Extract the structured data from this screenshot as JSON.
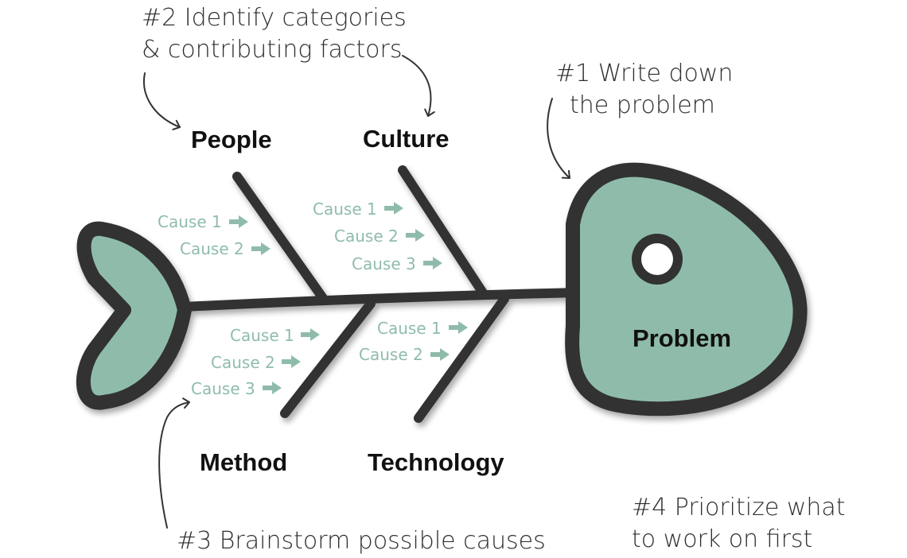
{
  "notes": {
    "step1_line1": "#1 Write down",
    "step1_line2": "the problem",
    "step2_line1": "#2 Identify categories",
    "step2_line2": "& contributing factors",
    "step3": "#3 Brainstorm possible causes",
    "step4_line1": "#4 Prioritize what",
    "step4_line2": "to work on first"
  },
  "head": {
    "label": "Problem"
  },
  "categories": {
    "people": {
      "label": "People",
      "causes": [
        "Cause 1",
        "Cause 2"
      ]
    },
    "culture": {
      "label": "Culture",
      "causes": [
        "Cause 1",
        "Cause 2",
        "Cause 3"
      ]
    },
    "method": {
      "label": "Method",
      "causes": [
        "Cause 1",
        "Cause 2",
        "Cause 3"
      ]
    },
    "technology": {
      "label": "Technology",
      "causes": [
        "Cause 1",
        "Cause 2"
      ]
    }
  },
  "colors": {
    "fish_fill": "#8fbcaa",
    "outline": "#333333",
    "cause_text": "#8fbcaa",
    "text": "#111111"
  },
  "icons": [
    "curved-arrow-icon",
    "right-arrow-icon"
  ]
}
